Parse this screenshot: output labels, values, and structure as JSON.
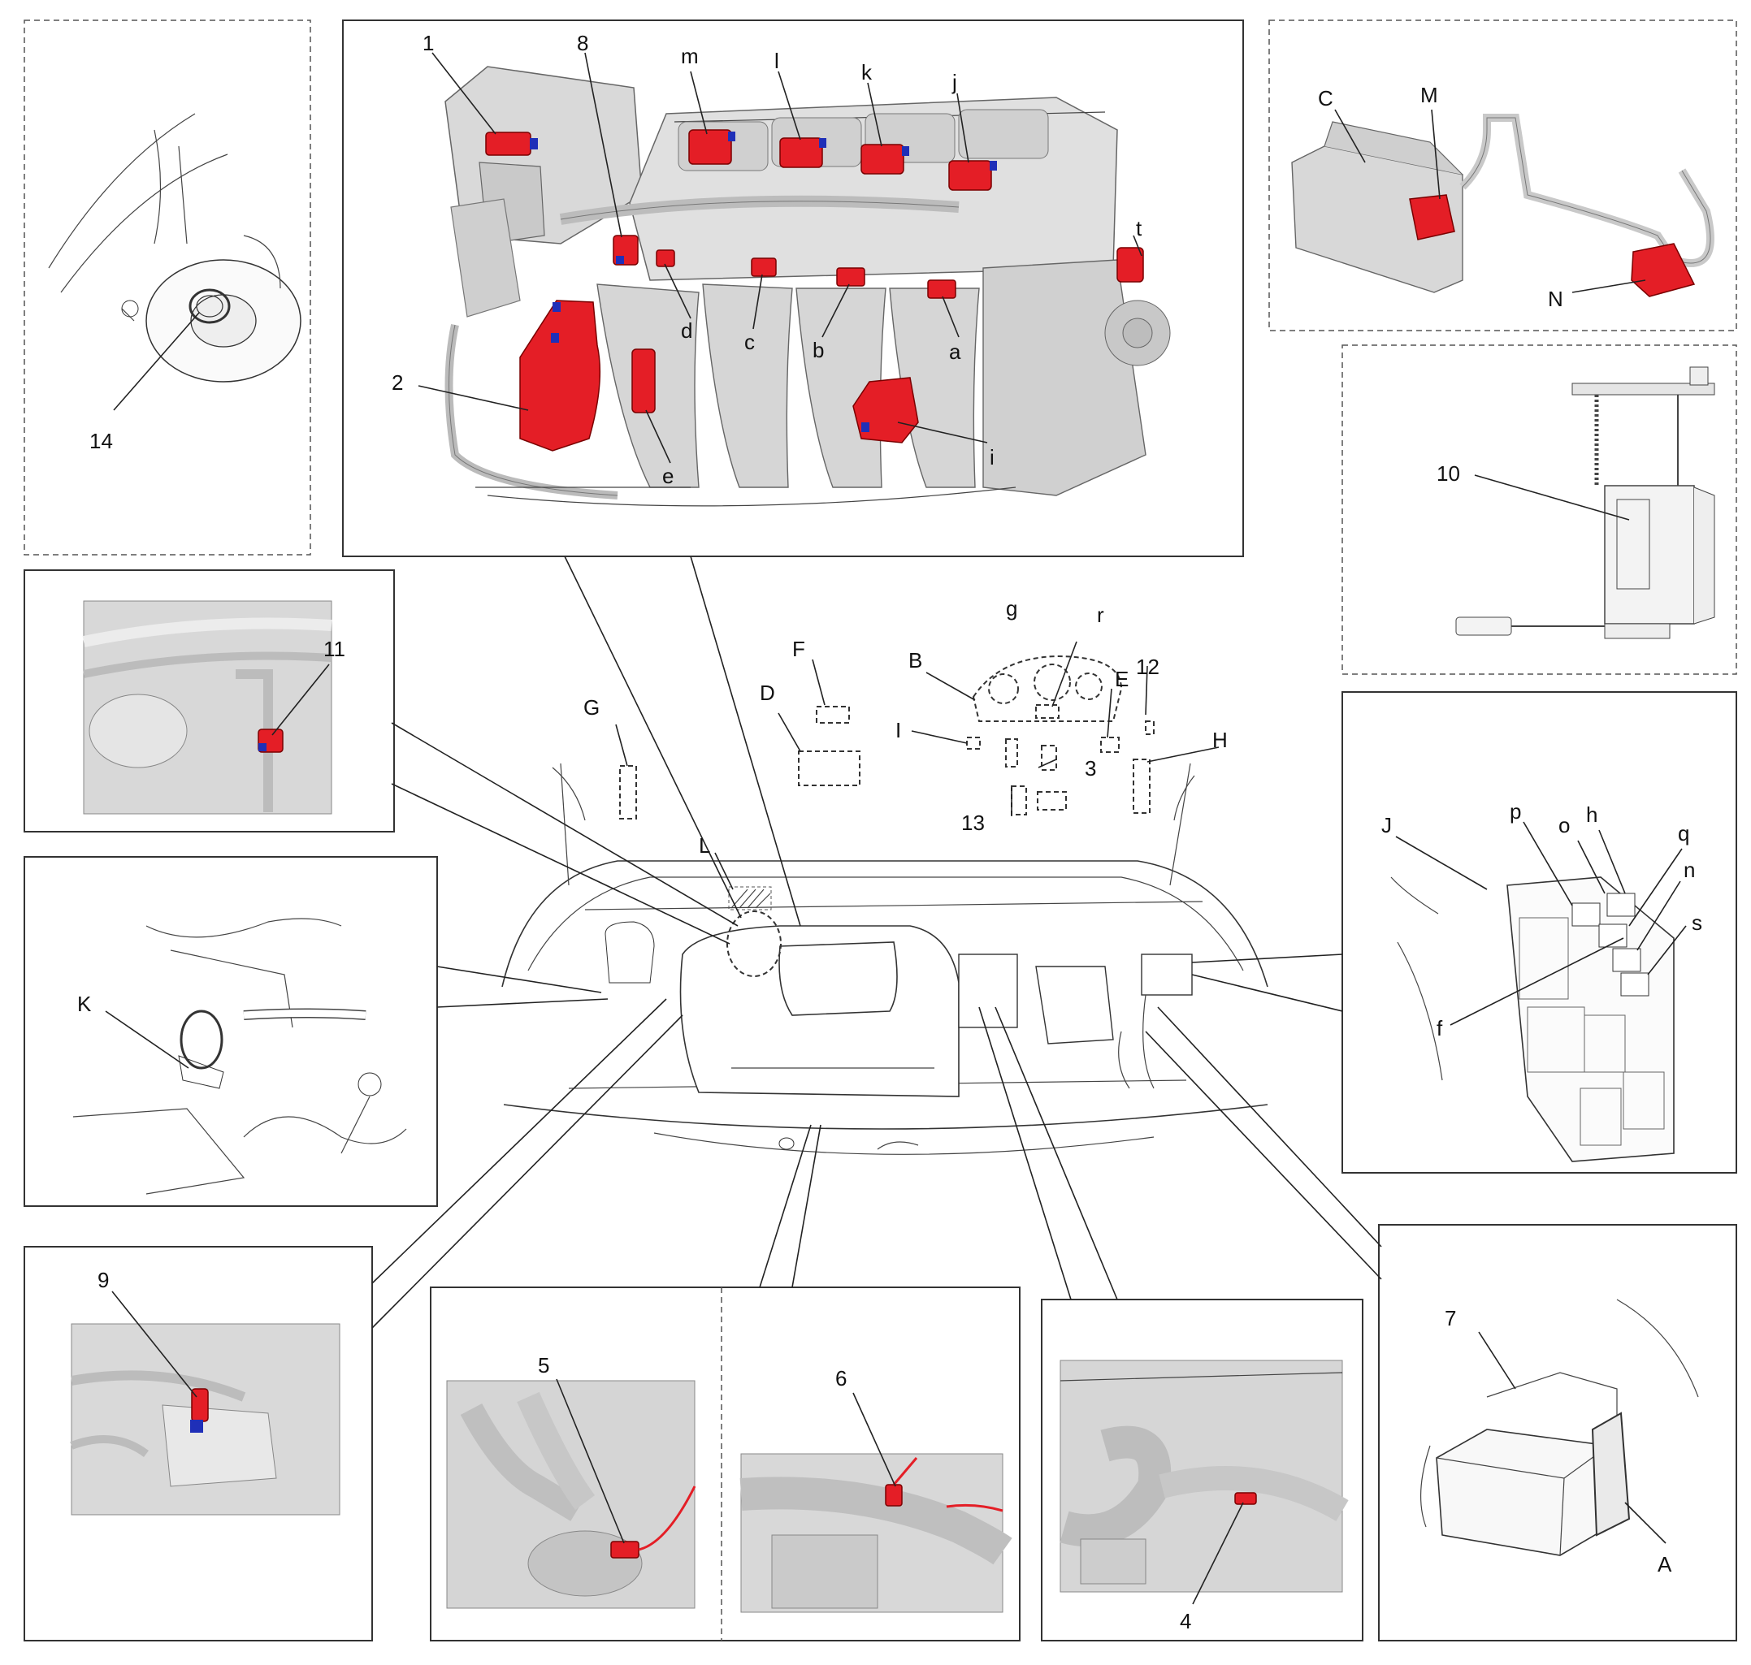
{
  "colors": {
    "component_red": "#e41e26",
    "connector_blue": "#1f2fb8",
    "engine_gray": "#d4d4d4",
    "line": "#222222",
    "background": "#ffffff"
  },
  "engine_callouts": [
    "1",
    "8",
    "m",
    "l",
    "k",
    "j",
    "t",
    "2",
    "d",
    "c",
    "b",
    "a",
    "e",
    "i"
  ],
  "evap_callouts": [
    "C",
    "M",
    "N"
  ],
  "fuel_pump_callouts": [
    "10"
  ],
  "wheel_callouts": [
    "14"
  ],
  "knock_sensor_callouts": [
    "11"
  ],
  "hose_callouts": [
    "K"
  ],
  "sensor9_callouts": [
    "9"
  ],
  "exhaust_callouts": [
    "5",
    "6"
  ],
  "sensor4_callouts": [
    "4"
  ],
  "battery_callouts": [
    "7",
    "A"
  ],
  "fuse_box_callouts": [
    "J",
    "p",
    "o",
    "h",
    "q",
    "n",
    "s",
    "f"
  ],
  "cabin_callouts": [
    "G",
    "F",
    "D",
    "B",
    "g",
    "r",
    "E",
    "12",
    "I",
    "3",
    "H",
    "13",
    "L"
  ]
}
